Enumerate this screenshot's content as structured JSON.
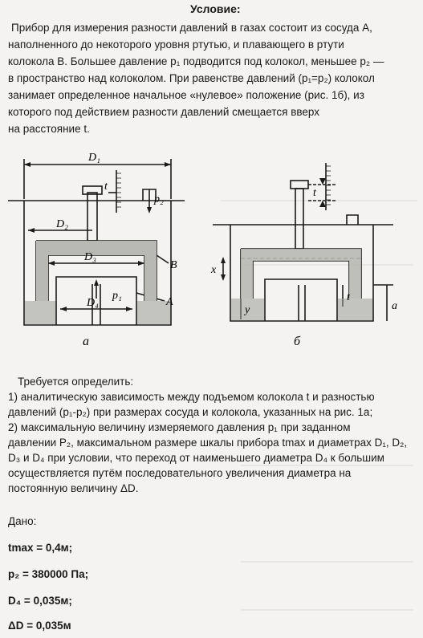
{
  "heading": "Условие:",
  "intro_lines": [
    "Прибор для измерения разности давлений в газах состоит из сосуда А,",
    "наполненного до некоторого уровня ртутью, и плавающего в ртути",
    "колокола В. Большее давление p₁ подводится под колокол, меньшее p₂ —",
    "в пространство над колоколом. При равенстве давлений (p₁=p₂) колокол",
    "занимает определенное начальное «нулевое» положение (рис. 1б), из",
    "которого под действием разности давлений смещается вверх",
    "на расстояние t."
  ],
  "figure_a": {
    "labels": {
      "d1": "D₁",
      "d2": "D₂",
      "d3": "D₃",
      "d4": "D₄",
      "t": "t",
      "p2": "p₂",
      "p1": "p₁",
      "b": "B",
      "a": "A"
    },
    "caption": "а"
  },
  "figure_b": {
    "labels": {
      "t_top": "t",
      "t_low": "t",
      "x": "x",
      "y": "y",
      "a": "a"
    },
    "caption": "б"
  },
  "requirements": {
    "intro": "Требуется определить:",
    "lines": [
      "1) аналитическую зависимость между подъемом колокола t и разностью",
      "давлений (p₁-p₂) при размерах сосуда и колокола, указанных на рис. 1а;",
      "2) максимальную величину измеряемого давления p₁ при заданном",
      "давлении P₂, максимальном размере шкалы прибора tmax и диаметрах D₁, D₂,",
      "D₃ и D₄ при условии, что переход от наименьшего диаметра D₄ к большим",
      "осуществляется путём последовательного увеличения диаметра на",
      "постоянную величину ΔD."
    ]
  },
  "given": {
    "label": "Дано:",
    "items": [
      "tmax = 0,4м;",
      "p₂ = 380000 Па;",
      "D₄ = 0,035м;",
      "ΔD = 0,035м"
    ]
  }
}
